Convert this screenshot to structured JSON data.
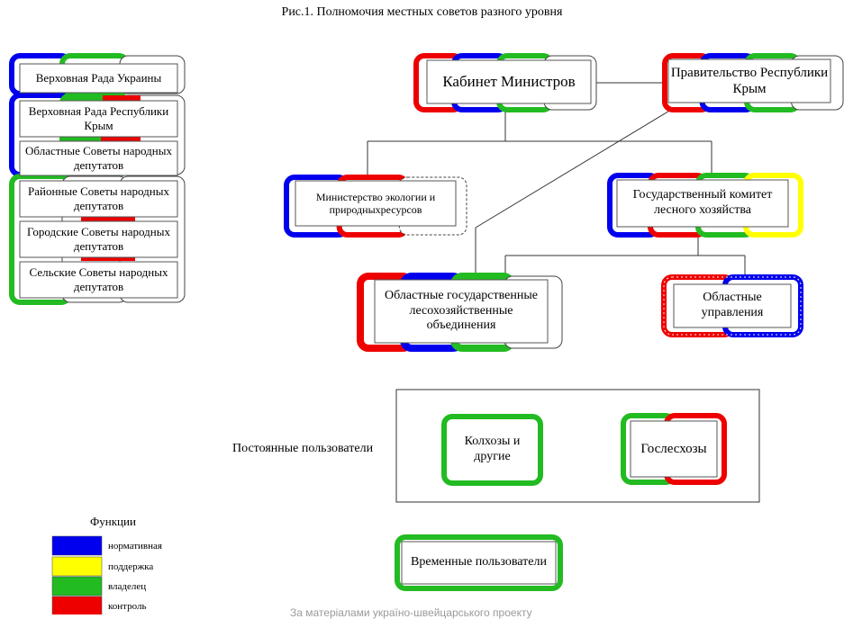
{
  "title": "Рис.1. Полномочия местных советов разного уровня",
  "colors": {
    "normative": "#0000ee",
    "support": "#ffff00",
    "owner": "#22bb22",
    "control": "#ee0000"
  },
  "left_column": [
    {
      "label": "Верховная Рада Украины"
    },
    {
      "label": "Верховная Рада Республики Крым"
    },
    {
      "label": "Областные Советы народных депутатов"
    },
    {
      "label": "Районные Советы народных депутатов"
    },
    {
      "label": "Городские Советы народных депутатов"
    },
    {
      "label": "Сельские Советы народных депутатов"
    }
  ],
  "nodes": {
    "cabinet": {
      "label": "Кабинет Министров"
    },
    "crimea_gov": {
      "label": "Правительство Республики Крым"
    },
    "ministry": {
      "label": "Министерство экологии и природныхресурсов"
    },
    "committee": {
      "label": "Государственный комитет лесного хозяйства"
    },
    "regional_forest": {
      "label": "Областные государственные лесохозяйственные объединения"
    },
    "regional_admin": {
      "label": "Областные управления"
    },
    "kolkhoz": {
      "label": "Колхозы и другие"
    },
    "gosleshoz": {
      "label": "Гослесхозы"
    },
    "temporary": {
      "label": "Временные пользователи"
    }
  },
  "permanent_users_label": "Постоянные пользователи",
  "legend": {
    "title": "Функции",
    "items": [
      {
        "label": "нормативная",
        "color": "#0000ee"
      },
      {
        "label": "поддержка",
        "color": "#ffff00"
      },
      {
        "label": "владелец",
        "color": "#22bb22"
      },
      {
        "label": "контроль",
        "color": "#ee0000"
      }
    ]
  },
  "credit": "За матеріалами україно-швейцарського проекту"
}
